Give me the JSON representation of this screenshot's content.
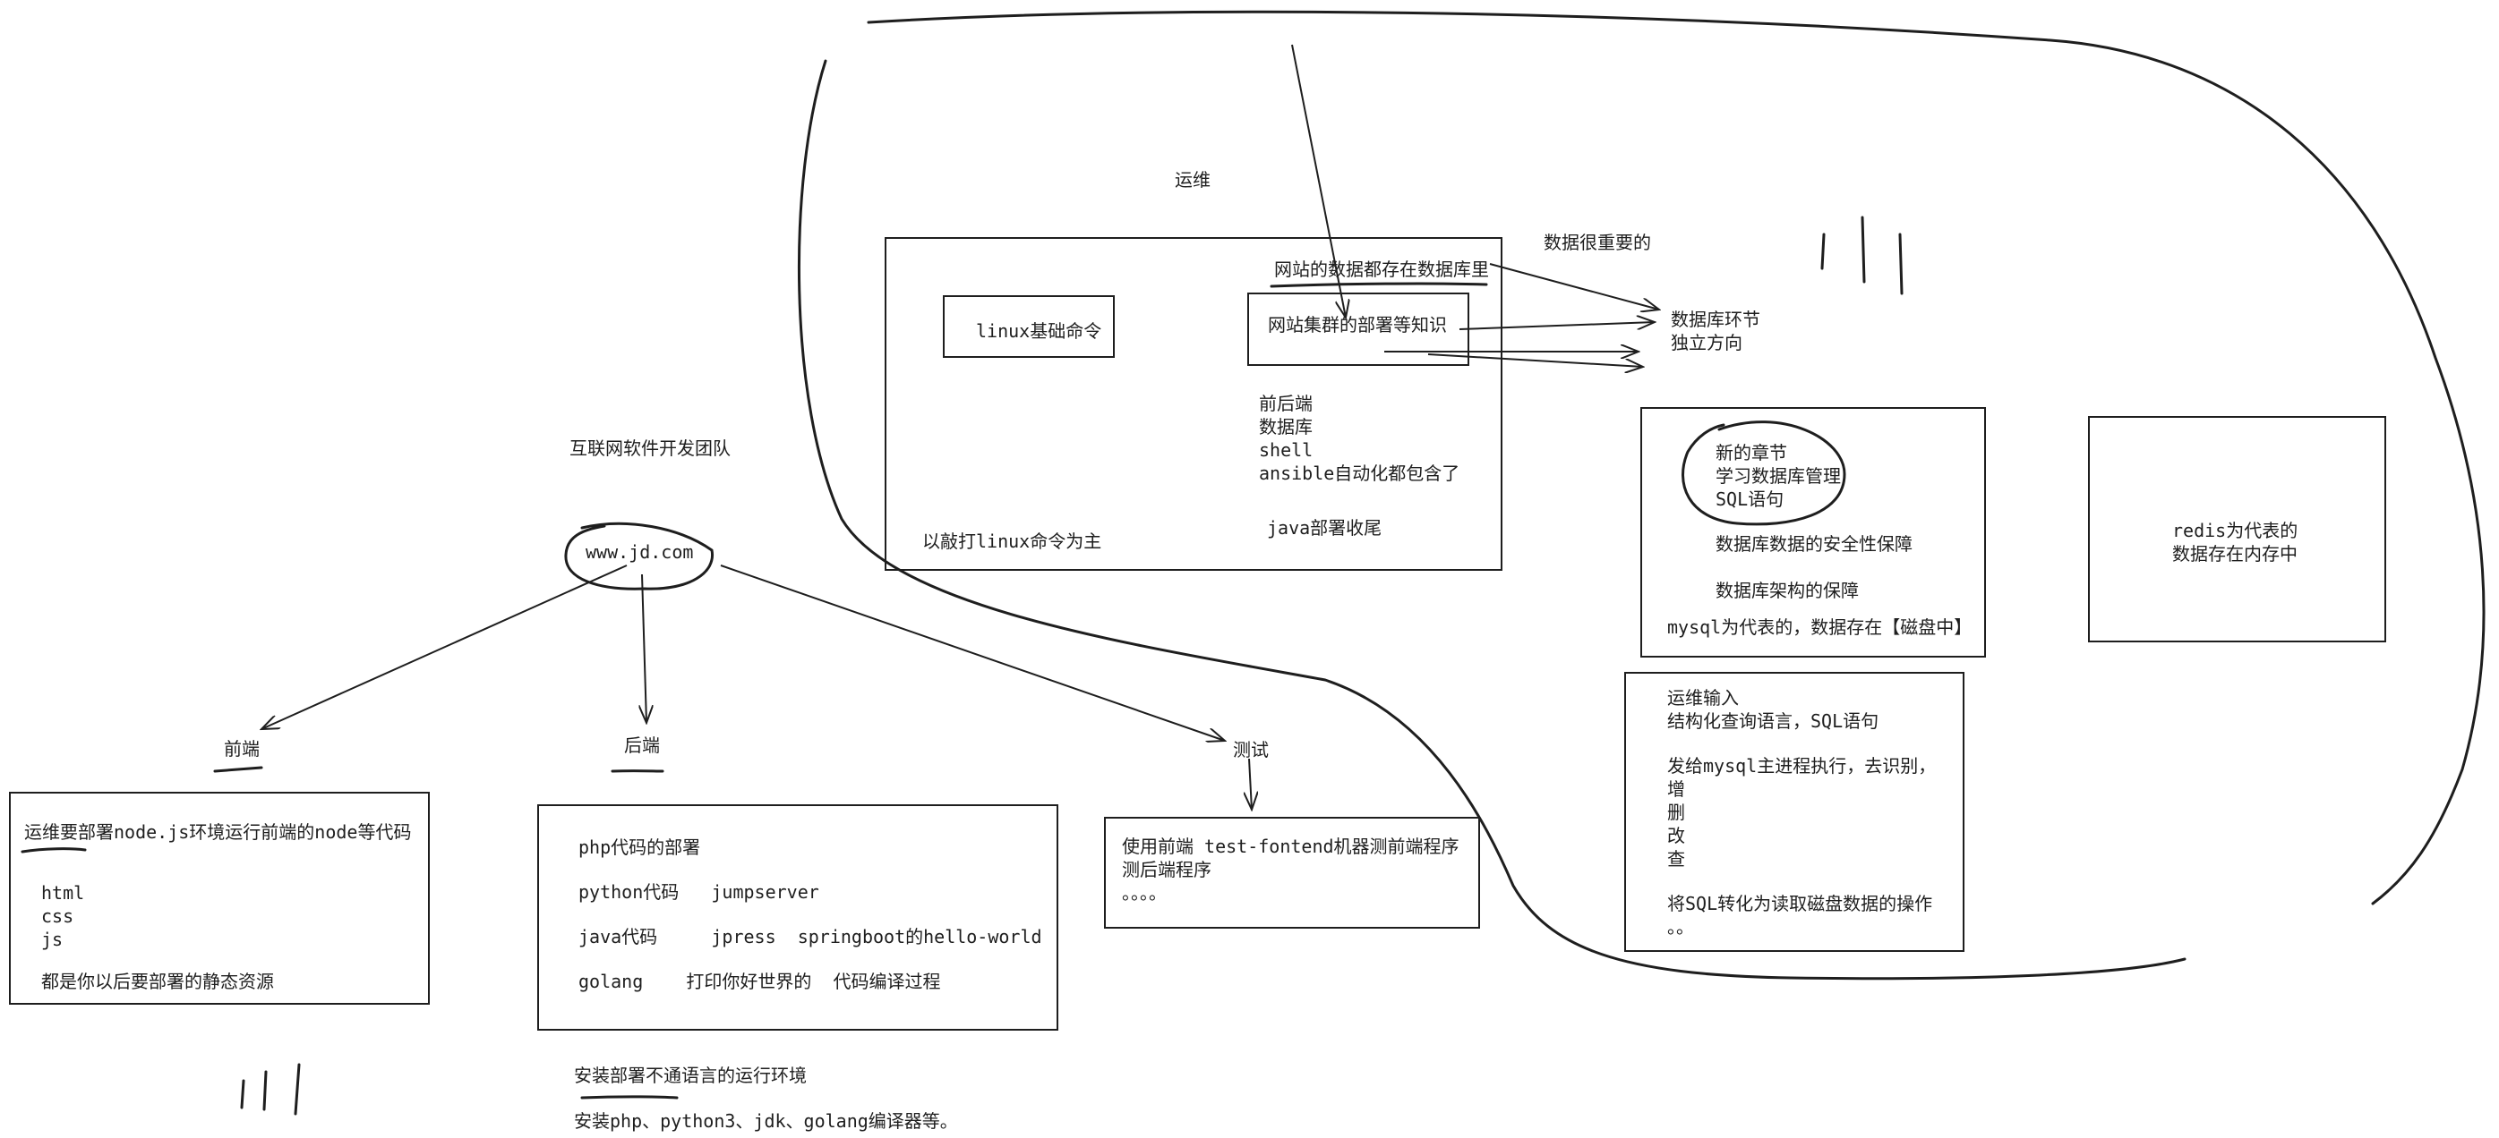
{
  "title": "运维",
  "team_label": "互联网软件开发团队",
  "site": "www.jd.com",
  "ops_box": {
    "linux_cmd": "linux基础命令",
    "typing_note": "以敲打linux命令为主",
    "db_note": "网站的数据都存在数据库里",
    "cluster": "网站集群的部署等知识",
    "contains": [
      "前后端",
      "数据库",
      "shell",
      "ansible自动化都包含了"
    ],
    "java_end": "java部署收尾"
  },
  "db_important": "数据很重要的",
  "db_direction": [
    "数据库环节",
    "独立方向"
  ],
  "mysql_box": {
    "chapter": [
      "新的章节",
      "学习数据库管理",
      "SQL语句"
    ],
    "security": "数据库数据的安全性保障",
    "architecture": "数据库架构的保障",
    "storage": "mysql为代表的，数据存在【磁盘中】"
  },
  "redis_box": [
    "redis为代表的",
    "数据存在内存中"
  ],
  "sql_box": {
    "lines1": [
      "运维输入",
      "结构化查询语言，SQL语句"
    ],
    "lines2": [
      "发给mysql主进程执行，去识别，",
      "增",
      "删",
      "改",
      "查"
    ],
    "lines3": [
      "将SQL转化为读取磁盘数据的操作",
      "。。"
    ]
  },
  "frontend": {
    "label": "前端",
    "note": "运维要部署node.js环境运行前端的node等代码",
    "items": [
      "html",
      "css",
      "js"
    ],
    "footer": "都是你以后要部署的静态资源"
  },
  "backend": {
    "label": "后端",
    "items": [
      "php代码的部署",
      "python代码   jumpserver",
      "java代码     jpress  springboot的hello-world",
      "golang    打印你好世界的  代码编译过程"
    ],
    "install_title": "安装部署不通语言的运行环境",
    "install_detail": "安装php、python3、jdk、golang编译器等。"
  },
  "testing": {
    "label": "测试",
    "lines": [
      "使用前端 test-fontend机器测前端程序",
      "测后端程序",
      "。。。。"
    ]
  }
}
